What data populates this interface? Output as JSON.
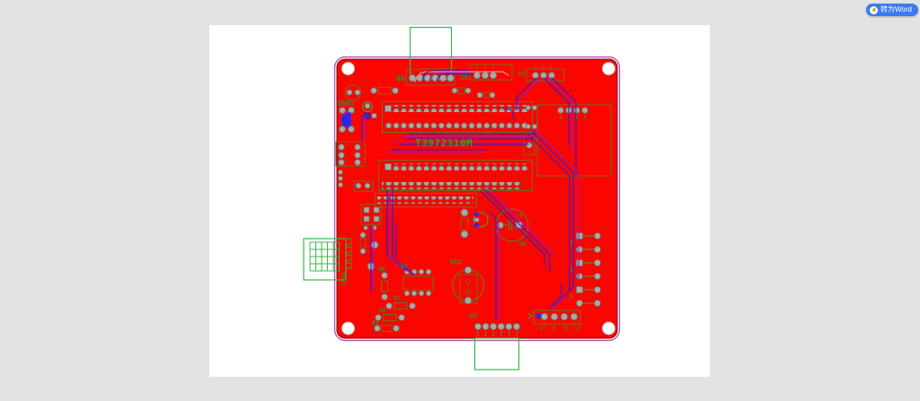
{
  "window": {
    "background": "#e3e3e3"
  },
  "canvas": {
    "background": "#ffffff"
  },
  "badge": {
    "label": "转为Word",
    "color": "#3a7af0",
    "icon": "word-convert-icon"
  },
  "pcb": {
    "board_color": "#fb0500",
    "outline_color": "#b45ab4",
    "trace_colors": {
      "blue": "#2a1fd6",
      "magenta": "#a117c9",
      "highlight": "#ef8f8f"
    },
    "silkscreen_color": "#6f6f28",
    "label_color": "#0f9f3f",
    "courtyard_color": "#3db84a",
    "pad_color": "#a9a9a9",
    "labels": {
      "u6": "U6",
      "j5": "J5",
      "j4": "J4",
      "usb1": "USB1",
      "part_number": "T3972310M",
      "lcd1": "LCD1",
      "dc2": "DC2",
      "u3": "U3",
      "u7": "U7",
      "u8": "U8",
      "r6": "R6",
      "r7": "R7",
      "r8": "R8",
      "r9": "R9"
    },
    "pin_numbers": "1 2 3 4"
  }
}
